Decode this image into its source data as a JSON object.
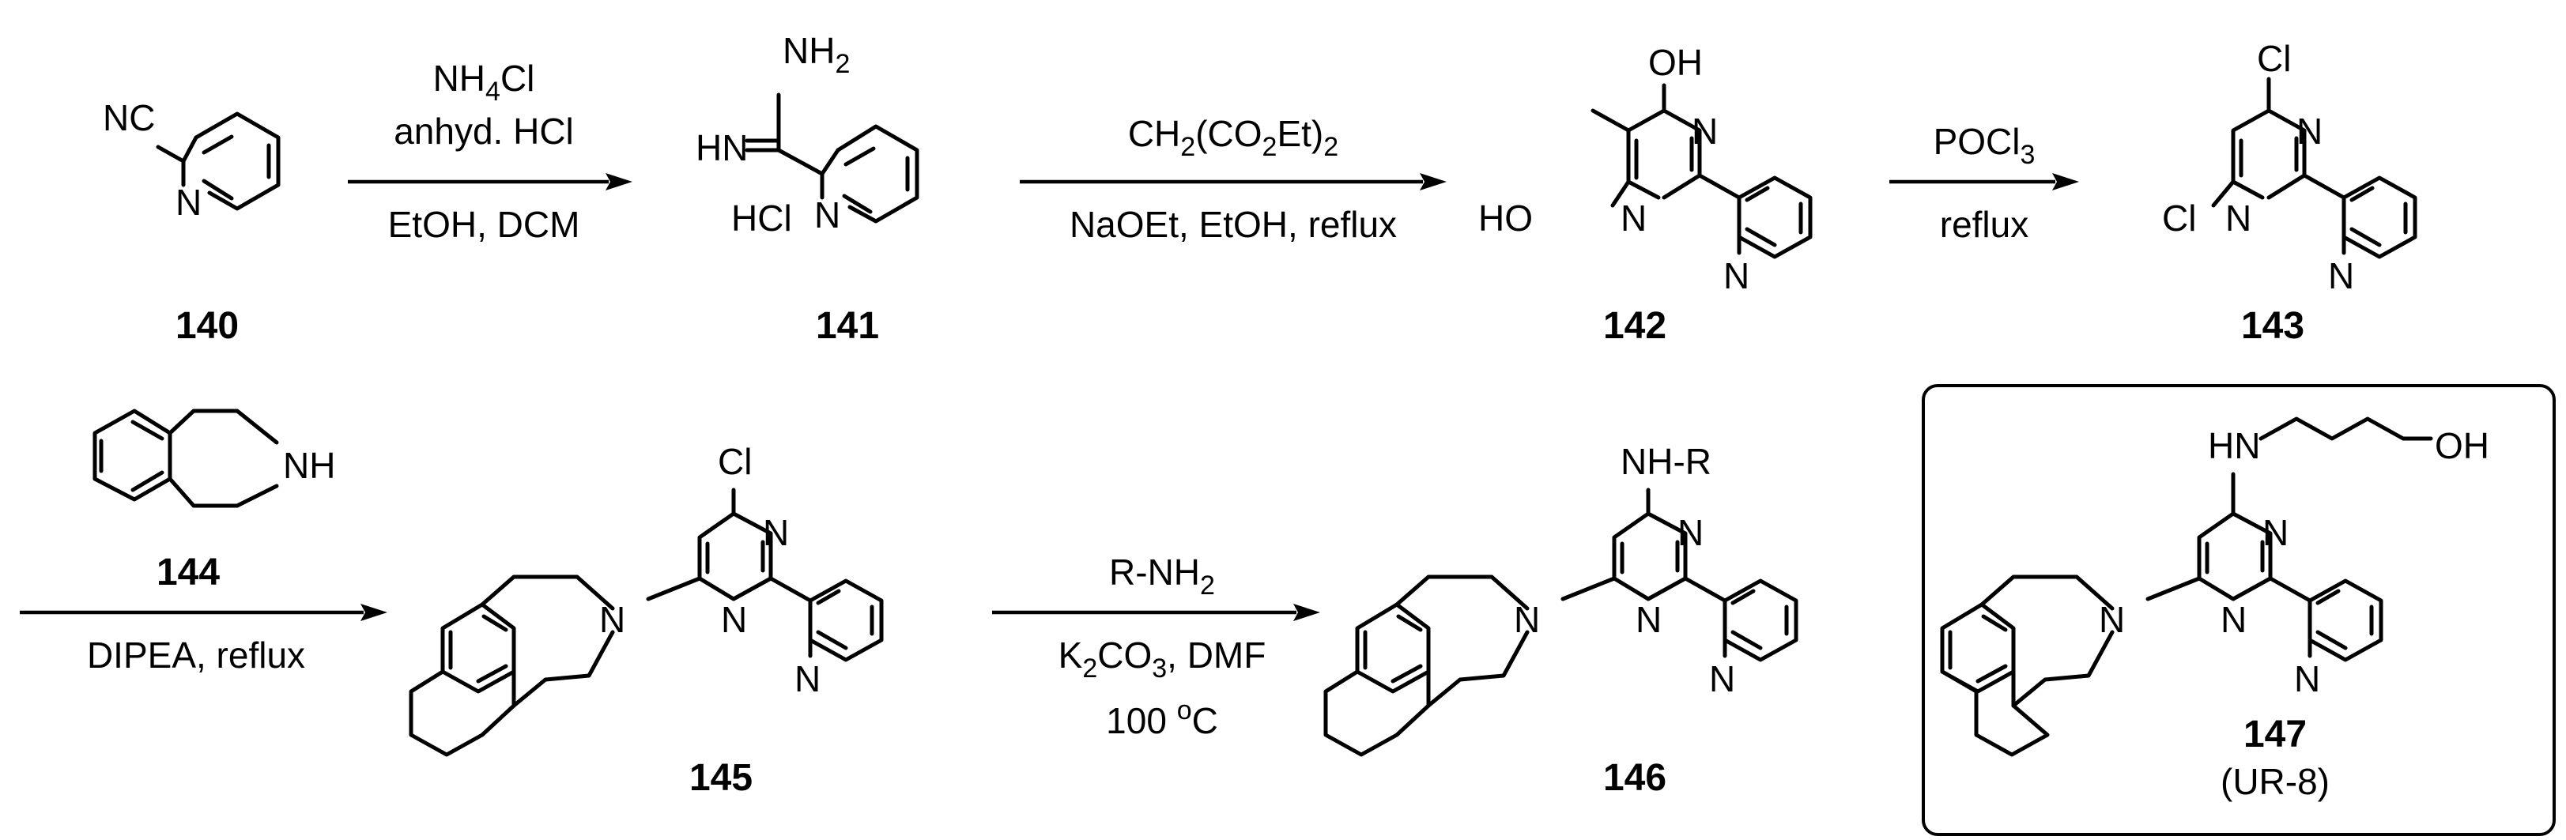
{
  "compounds": {
    "c140": "140",
    "c141": "141",
    "c142": "142",
    "c143": "143",
    "c144": "144",
    "c145": "145",
    "c146": "146",
    "c147": "147",
    "c147_alias": "(UR-8)"
  },
  "reagents": {
    "step1": {
      "line1_main": "NH",
      "line1_sub": "4",
      "line1_tail": "Cl",
      "line2": "anhyd. HCl",
      "line3": "EtOH, DCM"
    },
    "step2": {
      "line1": [
        "CH",
        "2",
        "(CO",
        "2",
        "Et)",
        "2"
      ],
      "line2": "NaOEt, EtOH, reflux"
    },
    "step3": {
      "line1_main": "POCl",
      "line1_sub": "3",
      "line2": "reflux"
    },
    "step4": {
      "line1": "DIPEA, reflux"
    },
    "step5": {
      "line1_main": "R-NH",
      "line1_sub": "2",
      "line2": [
        "K",
        "2",
        "CO",
        "3",
        ", DMF"
      ],
      "line3_main": "100 ",
      "line3_sup": "o",
      "line3_tail": "C"
    }
  },
  "atom_labels": {
    "c140": {
      "nitrile": "NC",
      "ring_n": "N"
    },
    "c141": {
      "nh2_main": "NH",
      "nh2_sub": "2",
      "imine": "HN",
      "salt": "HCl",
      "ring_n": "N"
    },
    "c142": {
      "oh_top": "OH",
      "oh_left": "HO",
      "n1": "N",
      "n2": "N",
      "py_n": "N"
    },
    "c143": {
      "cl_top": "Cl",
      "cl_left": "Cl",
      "n1": "N",
      "n2": "N",
      "py_n": "N"
    },
    "c144": {
      "nh": "NH"
    },
    "c145": {
      "cl": "Cl",
      "n_amine": "N",
      "n1": "N",
      "n2": "N",
      "py_n": "N"
    },
    "c146": {
      "nhr": "NH-R",
      "n_amine": "N",
      "n1": "N",
      "n2": "N",
      "py_n": "N"
    },
    "c147": {
      "hn": "HN",
      "oh": "OH",
      "n_amine": "N",
      "n1": "N",
      "n2": "N",
      "py_n": "N"
    }
  }
}
